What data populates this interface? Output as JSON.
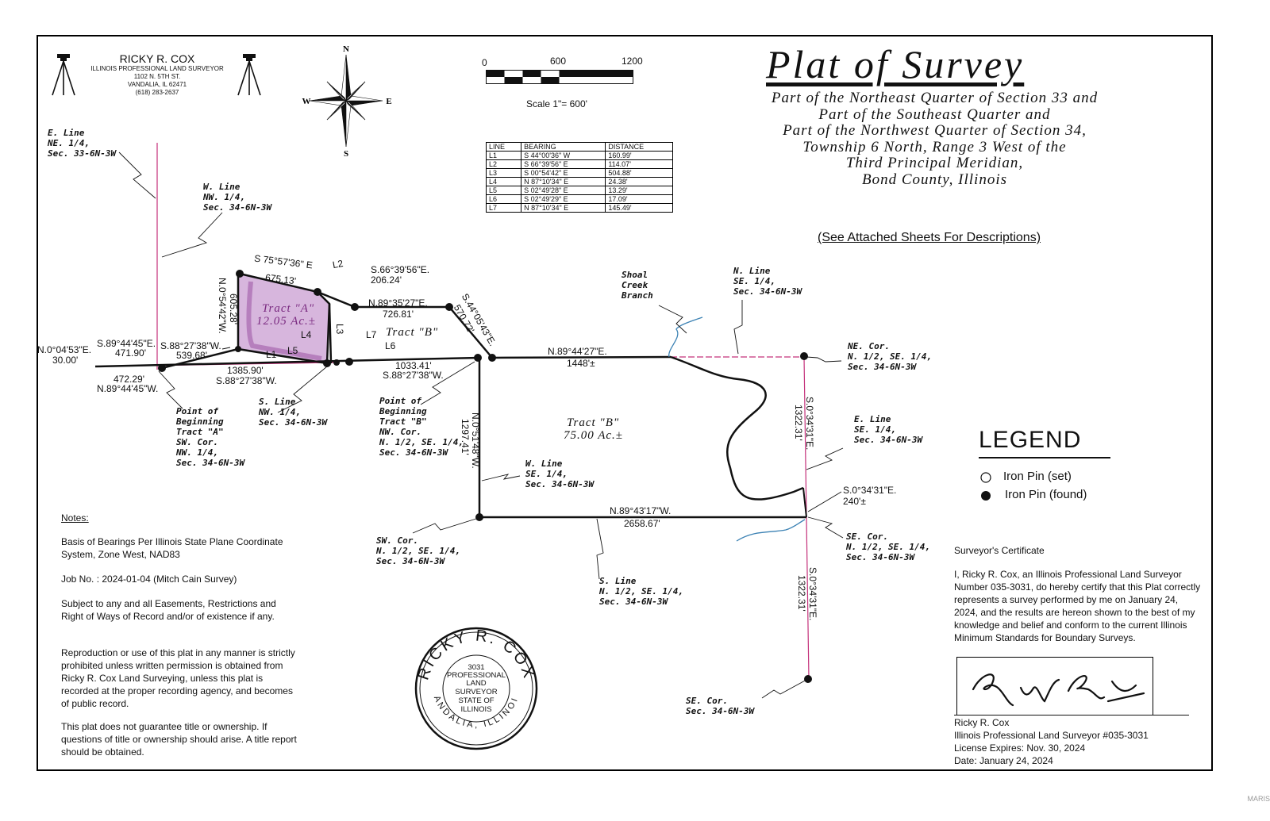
{
  "header": {
    "surveyor_name": "RICKY R. COX",
    "surveyor_title": "ILLINOIS PROFESSIONAL LAND SURVEYOR",
    "address": "1102 N. 5TH ST.",
    "city": "VANDALIA, IL 62471",
    "phone": "(618) 283-2637"
  },
  "north_arrow": {
    "n": "N",
    "e": "E",
    "s": "S",
    "w": "W"
  },
  "scale_bar": {
    "ticks": [
      "0",
      "600",
      "1200"
    ],
    "label": "Scale 1\"= 600'"
  },
  "title": "Plat of Survey",
  "subtitle_lines": [
    "Part of the Northeast Quarter of Section 33 and",
    "Part of the Southeast Quarter and",
    "Part of the Northwest Quarter of Section 34,",
    "Township 6 North, Range 3 West of the",
    "Third Principal Meridian,",
    "Bond County, Illinois"
  ],
  "see_attached": "(See Attached Sheets For Descriptions)",
  "line_table": {
    "headers": [
      "LINE",
      "BEARING",
      "DISTANCE"
    ],
    "rows": [
      [
        "L1",
        "S 44°00'36\" W",
        "160.99'"
      ],
      [
        "L2",
        "S 66°39'56\" E",
        "114.07'"
      ],
      [
        "L3",
        "S 00°54'42\" E",
        "504.88'"
      ],
      [
        "L4",
        "N 87°10'34\" E",
        "24.38'"
      ],
      [
        "L5",
        "S 02°49'28\" E",
        "13.29'"
      ],
      [
        "L6",
        "S 02°49'29\" E",
        "17.09'"
      ],
      [
        "L7",
        "N 87°10'34\" E",
        "145.49'"
      ]
    ]
  },
  "plat_labels": {
    "e_line_ne": "E. Line\nNE. 1/4,\nSec. 33-6N-3W",
    "w_line_nw": "W. Line\nNW. 1/4,\nSec. 34-6N-3W",
    "s_line_nw": "S. Line\nNW. 1/4,\nSec. 34-6N-3W",
    "pob_a": "Point of\nBeginning\nTract \"A\"\nSW. Cor.\nNW. 1/4,\nSec. 34-6N-3W",
    "pob_b": "Point of\nBeginning\nTract \"B\"\nNW. Cor.\nN. 1/2, SE. 1/4,\nSec. 34-6N-3W",
    "shoal_creek": "Shoal\nCreek\nBranch",
    "n_line_se": "N. Line\nSE. 1/4,\nSec. 34-6N-3W",
    "ne_cor": "NE. Cor.\nN. 1/2, SE. 1/4,\nSec. 34-6N-3W",
    "e_line_se": "E. Line\nSE. 1/4,\nSec. 34-6N-3W",
    "w_line_se": "W. Line\nSE. 1/4,\nSec. 34-6N-3W",
    "sw_cor": "SW. Cor.\nN. 1/2, SE. 1/4,\nSec. 34-6N-3W",
    "s_line_n_half": "S. Line\nN. 1/2, SE. 1/4,\nSec. 34-6N-3W",
    "se_cor_n_half": "SE. Cor.\nN. 1/2, SE. 1/4,\nSec. 34-6N-3W",
    "se_cor_sec": "SE. Cor.\nSec. 34-6N-3W"
  },
  "dimensions": {
    "d1": "S 75°57'36\" E",
    "d2": "675.13'",
    "d3": "S.66°39'56\"E.",
    "d4": "206.24'",
    "d5": "N.89°35'27\"E.",
    "d6": "726.81'",
    "d7": "S.44°05'43\"E.",
    "d8": "570.72'",
    "d9": "N.0°54'42\"W.",
    "d10": "605.28'",
    "d11": "S.89°44'45\"E.",
    "d12": "471.90'",
    "d13": "S.88°27'38\"W.",
    "d14": "539.68'",
    "d15": "N.0°04'53\"E.",
    "d16": "30.00'",
    "d17": "472.29'",
    "d18": "N.89°44'45\"W.",
    "d19": "1385.90'",
    "d20": "S.88°27'38\"W.",
    "d21": "1033.41'",
    "d22": "S.88°27'38\"W.",
    "d23": "N.89°44'27\"E.",
    "d24": "1448'±",
    "d25": "S.0°34'31\"E.",
    "d26": "1322.31'",
    "d27": "S.0°34'31\"E.",
    "d28": "240'±",
    "d29": "N.0°51'48\"W.",
    "d30": "1297.41'",
    "d31": "N.89°43'17\"W.",
    "d32": "2658.67'",
    "d33": "S.0°34'31\"E.",
    "d34": "1322.31'",
    "line_l1": "L1",
    "line_l2": "L2",
    "line_l3": "L3",
    "line_l4": "L4",
    "line_l5": "L5",
    "line_l6": "L6",
    "line_l7": "L7"
  },
  "tracts": {
    "a_name": "Tract \"A\"",
    "a_area": "12.05 Ac.±",
    "b_name_top": "Tract \"B\"",
    "b_name": "Tract \"B\"",
    "b_area": "75.00 Ac.±"
  },
  "notes": {
    "heading": "Notes:",
    "items": [
      "Basis of  Bearings Per Illinois State Plane Coordinate System, Zone West, NAD83",
      "Job No. : 2024-01-04 (Mitch Cain Survey)",
      "Subject to any and all Easements, Restrictions and Right of Ways of Record and/or of existence if any.",
      "Reproduction or use of this plat in any manner is strictly prohibited unless written permission is obtained from Ricky R. Cox Land Surveying, unless this plat is recorded at the proper recording agency, and becomes of public record.",
      "This plat does not guarantee title or ownership. If questions of title or ownership should arise. A title report should be obtained."
    ]
  },
  "seal": {
    "name": "RICKY R. COX",
    "number": "3031",
    "line1": "PROFESSIONAL",
    "line2": "LAND",
    "line3": "SURVEYOR",
    "line4": "STATE OF",
    "line5": "ILLINOIS",
    "city": "VANDALIA, ILLINOIS"
  },
  "legend": {
    "title": "LEGEND",
    "items": [
      "Iron Pin (set)",
      "Iron Pin (found)"
    ]
  },
  "certificate": {
    "heading": "Surveyor's Certificate",
    "body": "I, Ricky R. Cox, an Illinois Professional Land Surveyor Number 035-3031, do hereby certify that this Plat correctly represents a survey performed by me on January 24, 2024, and the results are hereon shown to the best of my knowledge and belief and conform to the current Illinois Minimum Standards for Boundary Surveys.",
    "signer": "Ricky R. Cox",
    "license": "Illinois Professional Land Surveyor #035-3031",
    "expires": "License Expires: Nov. 30, 2024",
    "date": "Date: January 24, 2024"
  },
  "watermark": "MARIS",
  "colors": {
    "tract_a_fill": "#d7b6dd",
    "tract_a_border": "#a05aa8",
    "section_line": "#c4307a",
    "creek": "#3c82b4"
  }
}
